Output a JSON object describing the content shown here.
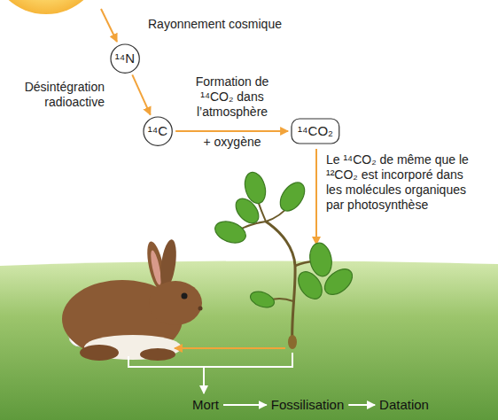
{
  "diagram": {
    "nodes": [
      {
        "text": [
          "¹⁴N"
        ]
      },
      {
        "text": [
          "¹⁴C"
        ]
      },
      {
        "text": [
          "¹⁴CO₂"
        ]
      },
      {
        "text": [
          "Mort"
        ]
      },
      {
        "text": [
          "Fossilisation"
        ]
      },
      {
        "text": [
          "Datation"
        ]
      }
    ],
    "edges": [
      {
        "from": 0,
        "to": 1,
        "arrow": "to",
        "label": "Désintégration radioactive"
      },
      {
        "from": 1,
        "to": 2,
        "arrow": "to",
        "label": "Formation de ¹⁴CO₂ dans l’atmosphère"
      },
      {
        "from": 3,
        "to": 4,
        "arrow": "to"
      },
      {
        "from": 4,
        "to": 5,
        "arrow": "to"
      }
    ],
    "labels": [
      "Rayonnement cosmique",
      "+ oxygène",
      "Le ¹⁴CO₂ de même que le ¹²CO₂ est incorporé dans les molécules organiques par photosynthèse"
    ]
  }
}
